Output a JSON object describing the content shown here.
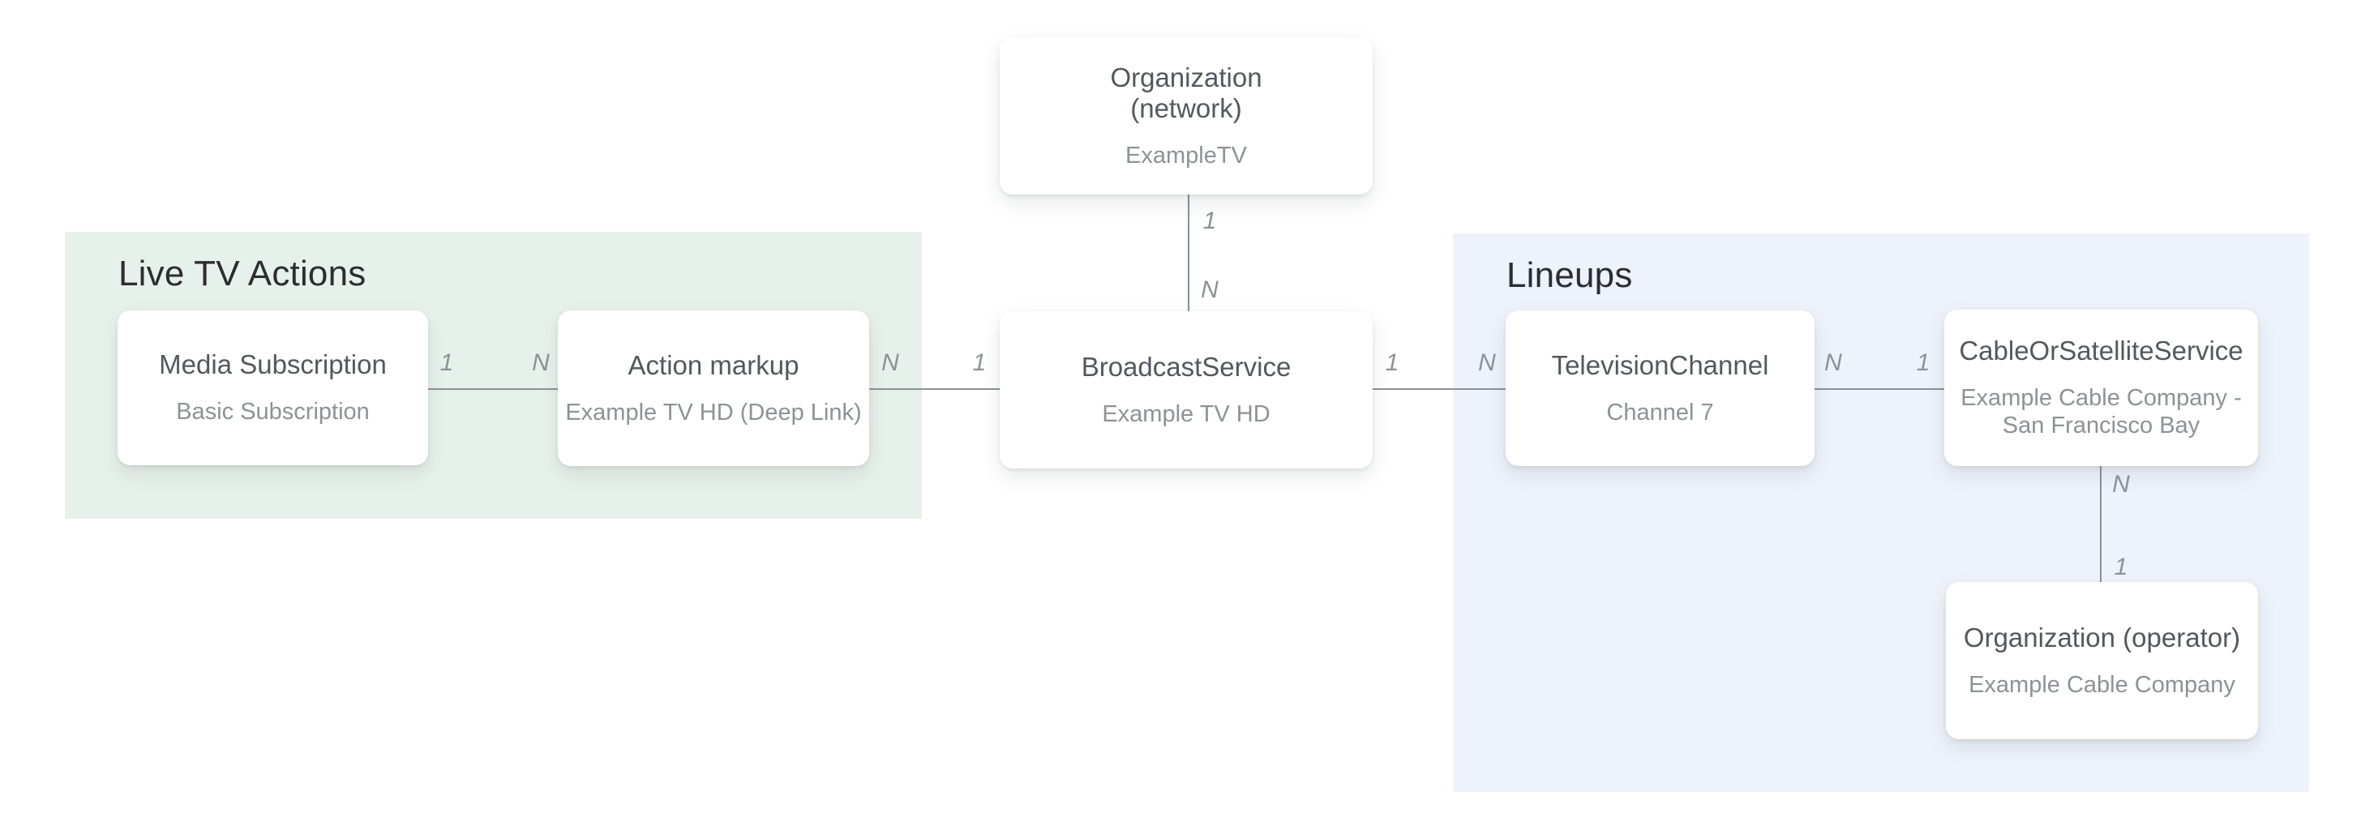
{
  "canvas": {
    "background": "#ffffff"
  },
  "colors": {
    "live_tv_actions_panel": "#e7f1ec",
    "lineups_panel": "#eef2fb",
    "connector_line": "#8b9196",
    "entity_title_text": "#54585d",
    "entity_subtitle_text": "#8d9296",
    "group_heading_text": "#2b2e31"
  },
  "groups": [
    {
      "label": "Live TV Actions",
      "color": "#e7f1ec"
    },
    {
      "label": "Lineups",
      "color": "#eef2fb"
    }
  ],
  "nodes": [
    {
      "title": "Organization (network)",
      "subtitle": "ExampleTV"
    },
    {
      "title": "Media Subscription",
      "subtitle": "Basic Subscription"
    },
    {
      "title": "Action markup",
      "subtitle": "Example TV HD (Deep Link)"
    },
    {
      "title": "BroadcastService",
      "subtitle": "Example TV HD"
    },
    {
      "title": "TelevisionChannel",
      "subtitle": "Channel 7"
    },
    {
      "title": "CableOrSatelliteService",
      "subtitle": "Example Cable Company - San Francisco Bay"
    },
    {
      "title": "Organization (operator)",
      "subtitle": "Example Cable Company"
    }
  ],
  "edges": [
    {
      "from": "Organization (network)",
      "to": "BroadcastService",
      "from_cardinality": "1",
      "to_cardinality": "N"
    },
    {
      "from": "Media Subscription",
      "to": "Action markup",
      "from_cardinality": "1",
      "to_cardinality": "N"
    },
    {
      "from": "Action markup",
      "to": "BroadcastService",
      "from_cardinality": "N",
      "to_cardinality": "1"
    },
    {
      "from": "BroadcastService",
      "to": "TelevisionChannel",
      "from_cardinality": "1",
      "to_cardinality": "N"
    },
    {
      "from": "TelevisionChannel",
      "to": "CableOrSatelliteService",
      "from_cardinality": "N",
      "to_cardinality": "1"
    },
    {
      "from": "CableOrSatelliteService",
      "to": "Organization (operator)",
      "from_cardinality": "N",
      "to_cardinality": "1"
    }
  ]
}
